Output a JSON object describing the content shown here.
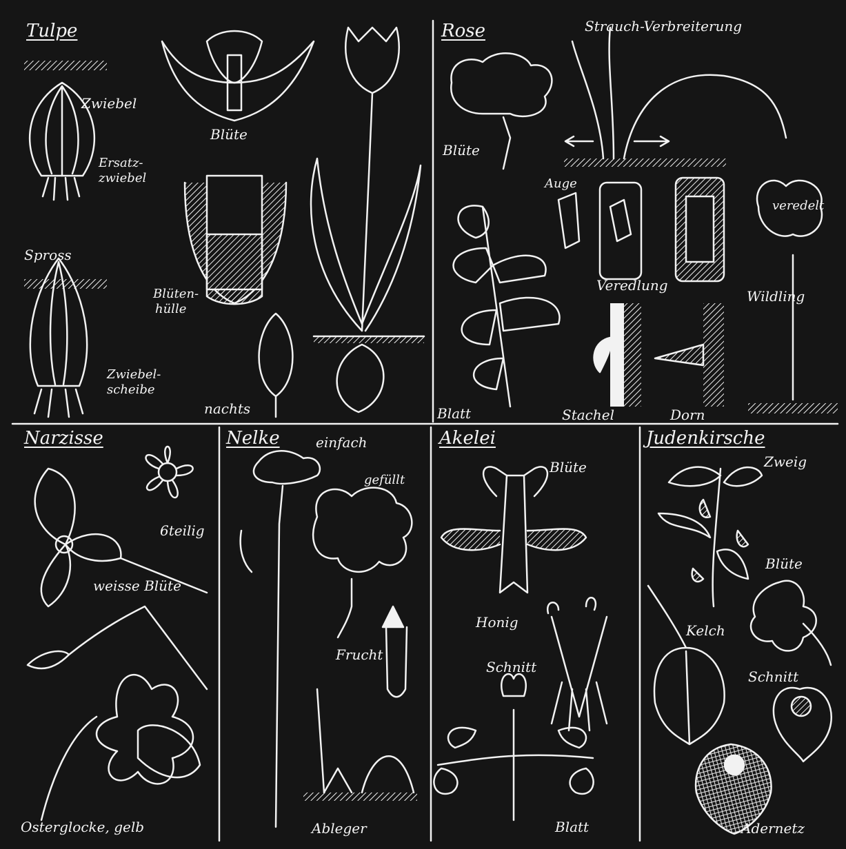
{
  "panels": {
    "tulpe": {
      "title": "Tulpe",
      "zwiebel": "Zwiebel",
      "ersatz": "Ersatz-",
      "ersatz2": "zwiebel",
      "spross": "Spross",
      "zwiebelscheibe": "Zwiebel-",
      "zwiebelscheibe2": "scheibe",
      "bluete": "Blüte",
      "huelle": "Blüten-",
      "huelle2": "hülle",
      "nachts": "nachts"
    },
    "rose": {
      "title": "Rose",
      "strauch": "Strauch-Verbreiterung",
      "bluete": "Blüte",
      "auge": "Auge",
      "veredlung": "Veredlung",
      "veredelt": "veredelt",
      "wildling": "Wildling",
      "blatt": "Blatt",
      "stachel": "Stachel",
      "dorn": "Dorn"
    },
    "narzisse": {
      "title": "Narzisse",
      "sechsteilig": "6teilig",
      "weisse": "weisse Blüte",
      "osterglocke": "Osterglocke, gelb"
    },
    "nelke": {
      "title": "Nelke",
      "einfach": "einfach",
      "gefuellt": "gefüllt",
      "frucht": "Frucht",
      "ableger": "Ableger"
    },
    "akelei": {
      "title": "Akelei",
      "bluete": "Blüte",
      "honig": "Honig",
      "schnitt": "Schnitt",
      "blatt": "Blatt"
    },
    "judenkirsche": {
      "title": "Judenkirsche",
      "zweig": "Zweig",
      "bluete": "Blüte",
      "kelch": "Kelch",
      "schnitt": "Schnitt",
      "adernetz": "Adernetz"
    }
  },
  "colors": {
    "board": "#151515",
    "chalk": "#f2f2f2"
  }
}
